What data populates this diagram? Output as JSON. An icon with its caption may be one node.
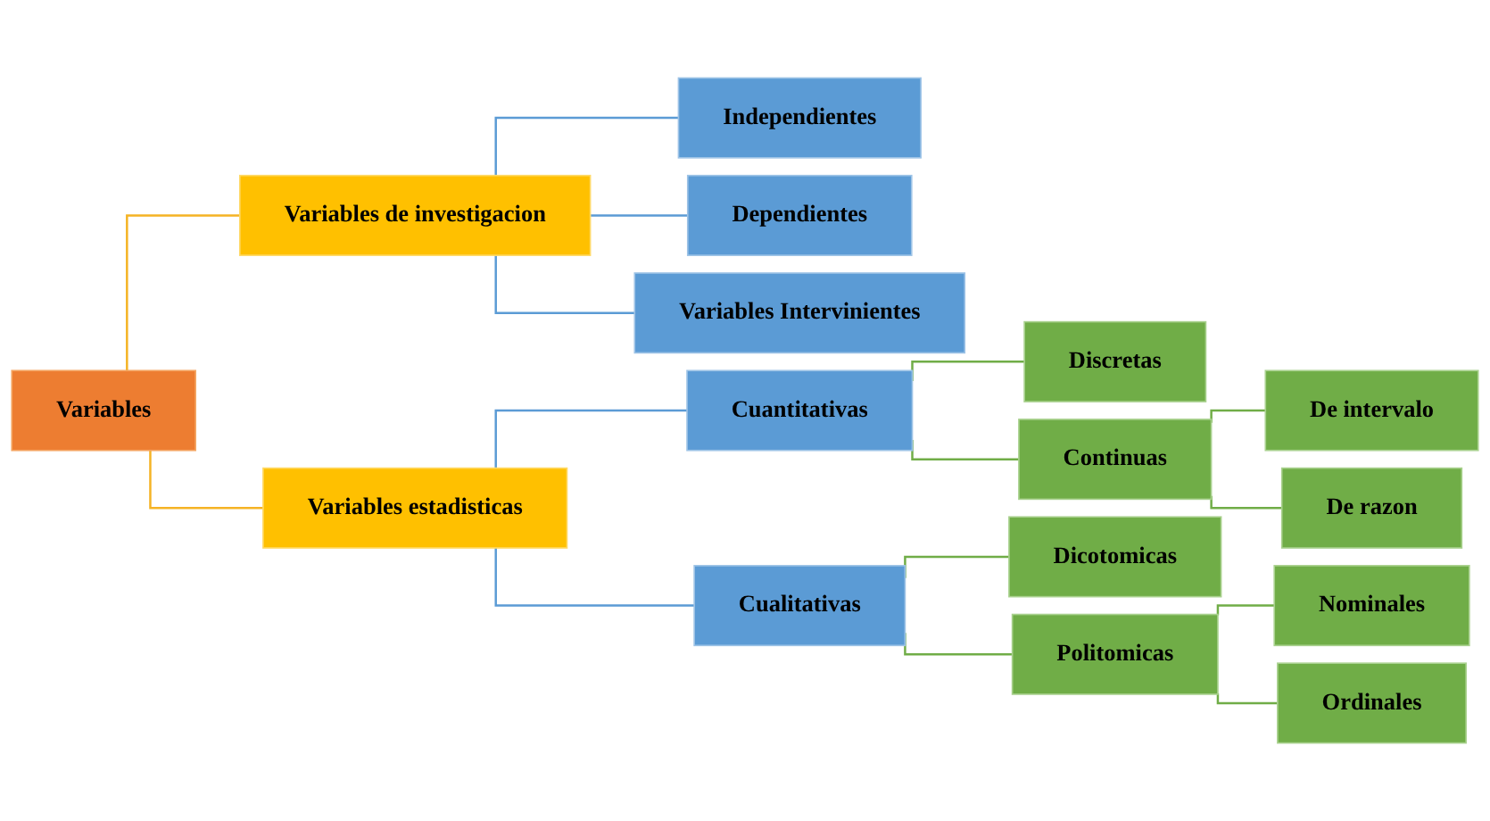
{
  "diagram": {
    "nodes": [
      {
        "text": [
          "Variables"
        ]
      },
      {
        "text": [
          "Variables de investigacion"
        ]
      },
      {
        "text": [
          "Independientes"
        ]
      },
      {
        "text": [
          "Dependientes"
        ]
      },
      {
        "text": [
          "Variables Intervinientes"
        ]
      },
      {
        "text": [
          "Variables estadisticas"
        ]
      },
      {
        "text": [
          "Cuantitativas"
        ]
      },
      {
        "text": [
          "Discretas"
        ]
      },
      {
        "text": [
          "Continuas"
        ]
      },
      {
        "text": [
          "De intervalo"
        ]
      },
      {
        "text": [
          "De razon"
        ]
      },
      {
        "text": [
          "Cualitativas"
        ]
      },
      {
        "text": [
          "Dicotomicas"
        ]
      },
      {
        "text": [
          "Politomicas"
        ]
      },
      {
        "text": [
          "Nominales"
        ]
      },
      {
        "text": [
          "Ordinales"
        ]
      }
    ],
    "edges": [
      {
        "from": 0,
        "to": 1,
        "arrow": "none",
        "color": "#f5b324"
      },
      {
        "from": 0,
        "to": 5,
        "arrow": "none",
        "color": "#f5b324"
      },
      {
        "from": 1,
        "to": 2,
        "arrow": "none",
        "color": "#5b9bd5"
      },
      {
        "from": 1,
        "to": 3,
        "arrow": "none",
        "color": "#5b9bd5"
      },
      {
        "from": 1,
        "to": 4,
        "arrow": "none",
        "color": "#5b9bd5"
      },
      {
        "from": 5,
        "to": 6,
        "arrow": "none",
        "color": "#5b9bd5"
      },
      {
        "from": 5,
        "to": 11,
        "arrow": "none",
        "color": "#5b9bd5"
      },
      {
        "from": 6,
        "to": 7,
        "arrow": "none"
      },
      {
        "from": 6,
        "to": 8,
        "arrow": "none"
      },
      {
        "from": 8,
        "to": 9,
        "arrow": "none"
      },
      {
        "from": 8,
        "to": 10,
        "arrow": "none"
      },
      {
        "from": 11,
        "to": 12,
        "arrow": "none"
      },
      {
        "from": 11,
        "to": 13,
        "arrow": "none"
      },
      {
        "from": 13,
        "to": 14,
        "arrow": "none"
      },
      {
        "from": 13,
        "to": 15,
        "arrow": "none"
      }
    ]
  }
}
